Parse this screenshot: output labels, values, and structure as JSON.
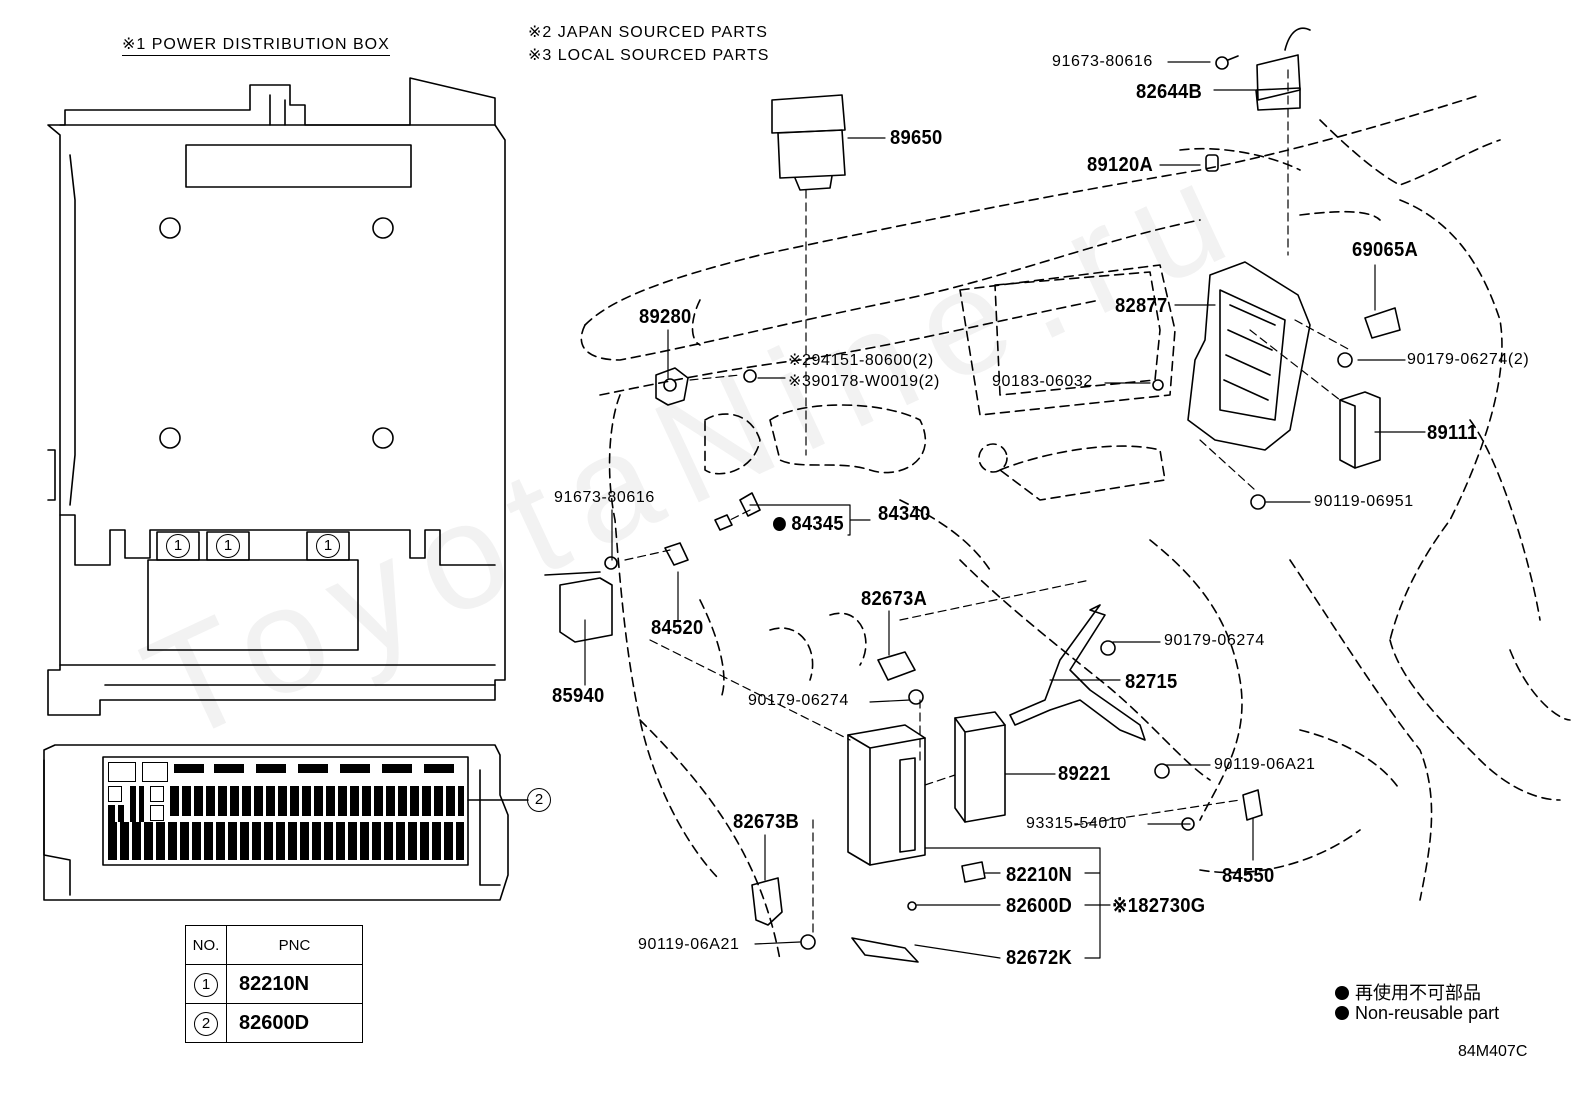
{
  "notes": {
    "power_box": "※1  POWER DISTRIBUTION BOX",
    "japan": "※2 JAPAN SOURCED PARTS",
    "local": "※3 LOCAL SOURCED PARTS"
  },
  "labels": {
    "l_91673_80616_top": "91673-80616",
    "l_82644B": "82644B",
    "l_89650": "89650",
    "l_89120A": "89120A",
    "l_69065A": "69065A",
    "l_82877": "82877",
    "l_89280": "89280",
    "l_94151": "※294151-80600(2)",
    "l_90178": "※390178-W0019(2)",
    "l_90183": "90183-06032",
    "l_90179_2": "90179-06274(2)",
    "l_89111": "89111",
    "l_90119_06951": "90119-06951",
    "l_91673_80616_mid": "91673-80616",
    "l_84340": "84340",
    "l_84345": "84345",
    "l_84520": "84520",
    "l_82673A": "82673A",
    "l_90179_06274_a": "90179-06274",
    "l_82715": "82715",
    "l_90179_06274_b": "90179-06274",
    "l_85940": "85940",
    "l_89221": "89221",
    "l_90119_06A21_r": "90119-06A21",
    "l_93315": "93315-54010",
    "l_84550": "84550",
    "l_82673B": "82673B",
    "l_82210N": "82210N",
    "l_82600D": "82600D",
    "l_82730G": "※182730G",
    "l_90119_06A21_l": "90119-06A21",
    "l_82672K": "82672K"
  },
  "fuse_callouts": {
    "a": "1",
    "b": "1",
    "c": "1",
    "d": "2"
  },
  "table": {
    "head_no": "NO.",
    "head_pnc": "PNC",
    "rows": [
      {
        "no": "1",
        "pnc": "82210N"
      },
      {
        "no": "2",
        "pnc": "82600D"
      }
    ]
  },
  "legend": {
    "jp": "再使用不可部品",
    "en": "Non-reusable part"
  },
  "diagram_code": "84M407C",
  "watermark": "ToyotaNine.ru"
}
